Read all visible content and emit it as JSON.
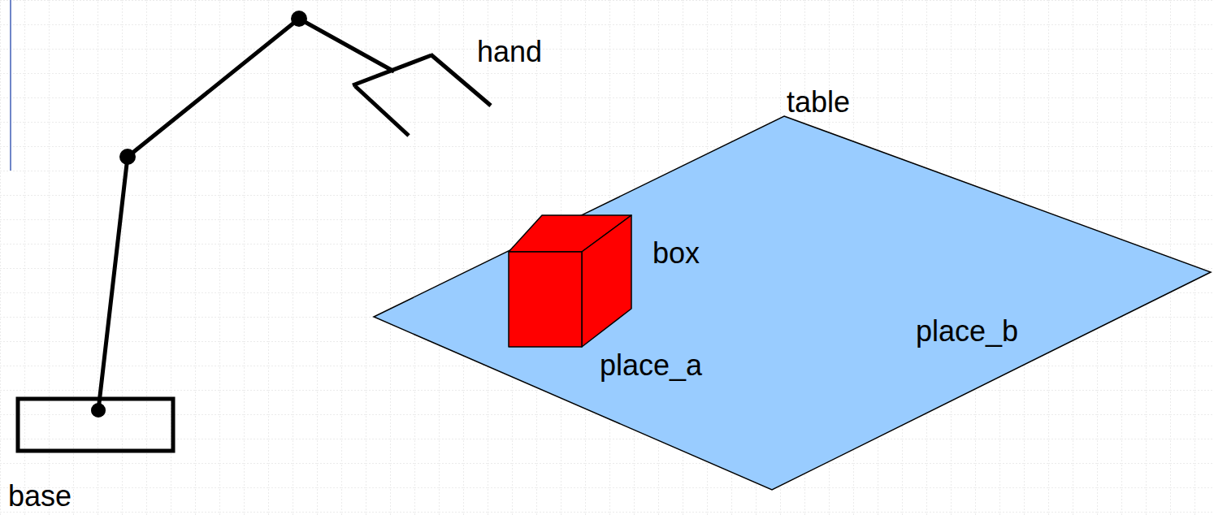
{
  "diagram": {
    "labels": [
      "hand",
      "table",
      "box",
      "place_b",
      "place_a",
      "base"
    ]
  }
}
